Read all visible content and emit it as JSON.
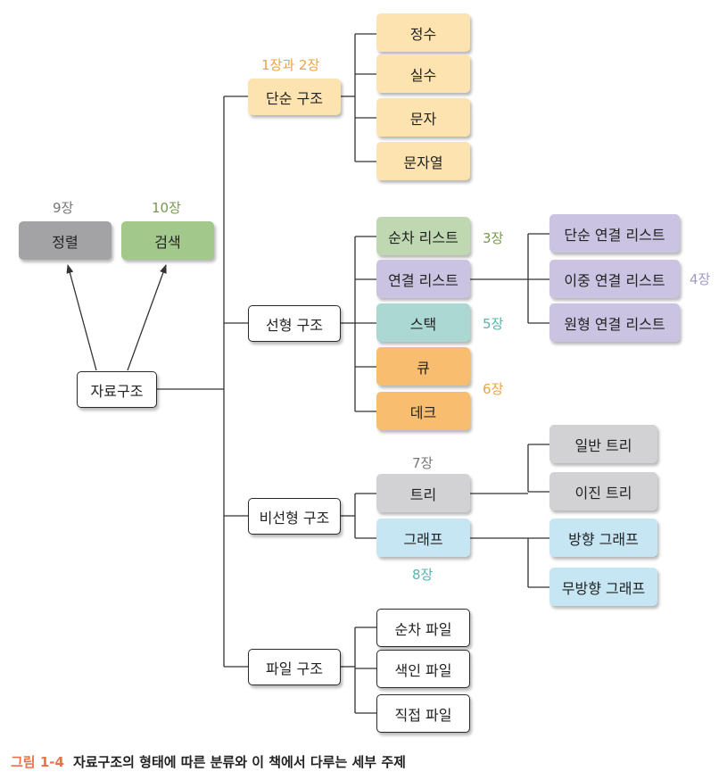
{
  "colors": {
    "yellow": "#fde3b0",
    "gray": "#a3a3a6",
    "gray_light": "#d2d2d4",
    "green": "#a2c88b",
    "green_light": "#bfd8b1",
    "purple": "#cac3e2",
    "teal": "#acd8d4",
    "orange": "#f9bd70",
    "blue": "#c6e6f3",
    "label_orange": "#eaa443",
    "label_gray": "#777777",
    "label_green": "#78984f",
    "label_purple": "#a09ac2",
    "label_teal": "#5ab2ac",
    "line": "#333333"
  },
  "nodes": {
    "root": "자료구조",
    "sort": "정렬",
    "search": "검색",
    "simple": "단순 구조",
    "integer": "정수",
    "real": "실수",
    "char": "문자",
    "string": "문자열",
    "linear": "선형 구조",
    "seq_list": "순차 리스트",
    "linked_list": "연결 리스트",
    "stack": "스택",
    "queue": "큐",
    "deque": "데크",
    "singly": "단순 연결 리스트",
    "doubly": "이중 연결 리스트",
    "circular": "원형 연결 리스트",
    "nonlinear": "비선형 구조",
    "tree": "트리",
    "graph": "그래프",
    "general_tree": "일반 트리",
    "binary_tree": "이진 트리",
    "directed": "방향 그래프",
    "undirected": "무방향 그래프",
    "file": "파일 구조",
    "seq_file": "순차 파일",
    "index_file": "색인 파일",
    "direct_file": "직접 파일"
  },
  "chapters": {
    "simple": "1장과 2장",
    "sort": "9장",
    "search": "10장",
    "seq_list": "3장",
    "linked": "4장",
    "stack": "5장",
    "queue_deque": "6장",
    "tree": "7장",
    "graph": "8장"
  },
  "caption": {
    "number": "그림 1-4",
    "text": "자료구조의 형태에 따른 분류와 이 책에서 다루는 세부 주제"
  }
}
